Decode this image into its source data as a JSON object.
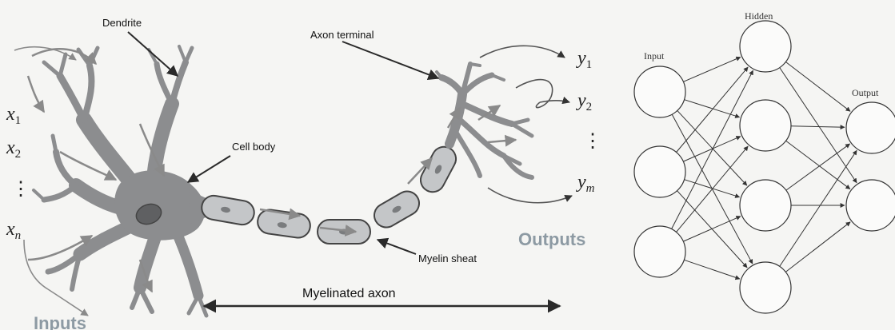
{
  "neuron": {
    "labels": {
      "dendrite": "Dendrite",
      "axon_terminal": "Axon terminal",
      "cell_body": "Cell body",
      "myelin_sheath": "Myelin sheat",
      "myelinated_axon": "Myelinated axon",
      "inputs": "Inputs",
      "outputs": "Outputs"
    },
    "inputs": [
      {
        "base": "x",
        "sub": "1"
      },
      {
        "base": "x",
        "sub": "2"
      },
      {
        "base": "⋮",
        "sub": ""
      },
      {
        "base": "x",
        "sub": "n"
      }
    ],
    "outputs": [
      {
        "base": "y",
        "sub": "1"
      },
      {
        "base": "y",
        "sub": "2"
      },
      {
        "base": "⋮",
        "sub": ""
      },
      {
        "base": "y",
        "sub": "m"
      }
    ]
  },
  "network": {
    "layers": [
      {
        "label": "Input",
        "nodes": 3
      },
      {
        "label": "Hidden",
        "nodes": 4
      },
      {
        "label": "Output",
        "nodes": 2
      }
    ]
  },
  "colors": {
    "cell": "#8c8d8f",
    "cell_dark": "#5f6062",
    "sheath": "#c4c6c8",
    "ink": "#2a2a2a",
    "arrow_soft": "#8a8a8a",
    "accent_text": "#8d9aa3"
  }
}
